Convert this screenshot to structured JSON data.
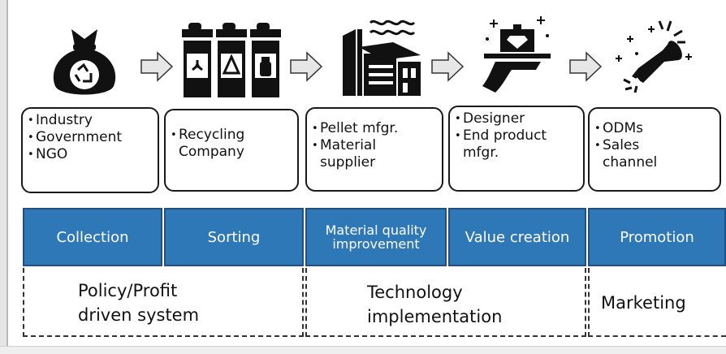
{
  "actors": [
    {
      "items": [
        "Industry",
        "Government",
        "NGO"
      ]
    },
    {
      "items": [
        "Recycling Company"
      ]
    },
    {
      "items": [
        "Pellet mfgr.",
        "Material supplier"
      ]
    },
    {
      "items": [
        "Designer",
        "End product mfgr."
      ]
    },
    {
      "items": [
        "ODMs",
        "Sales channel"
      ]
    }
  ],
  "stages": [
    {
      "label": "Collection"
    },
    {
      "label": "Sorting"
    },
    {
      "label": "Material quality improvement"
    },
    {
      "label": "Value creation"
    },
    {
      "label": "Promotion"
    }
  ],
  "groups": [
    {
      "label_line1": "Policy/Profit",
      "label_line2": "driven system"
    },
    {
      "label_line1": "Technology",
      "label_line2": "implementation"
    },
    {
      "label_line1": "Marketing"
    }
  ],
  "icons": [
    "recycle-bag-icon",
    "sorting-bins-icon",
    "factory-icon",
    "gem-on-hand-icon",
    "megaphone-icon"
  ],
  "colors": {
    "stage_fill": "#2f78b8",
    "stage_border": "#244f7a",
    "icon": "#111111"
  }
}
